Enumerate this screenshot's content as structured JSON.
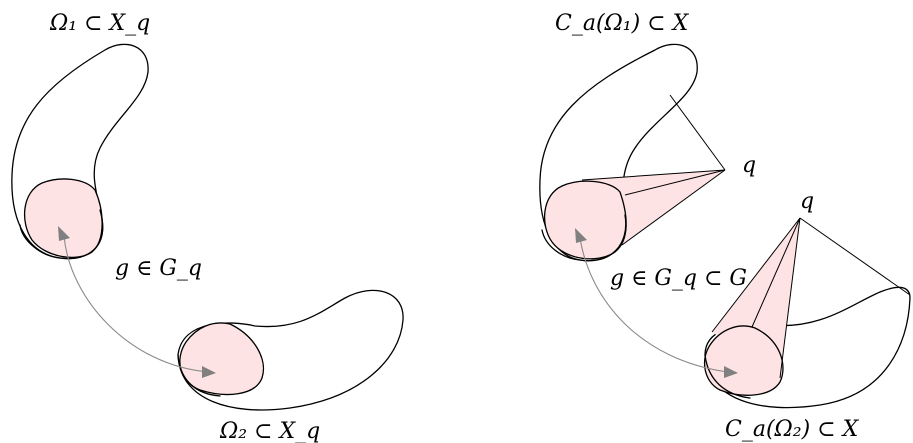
{
  "left_figure": {
    "top_region_label": "Ω₁ ⊂ X_q",
    "map_label": "g ∈ G_q",
    "bottom_region_label": "Ω₂ ⊂ X_q"
  },
  "right_figure": {
    "top_cone_label": "C_a(Ω₁) ⊂ X",
    "apex_top_label": "q",
    "apex_bottom_label": "q",
    "map_label": "g ∈ G_q ⊂ G",
    "bottom_cone_label": "C_a(Ω₂) ⊂ X"
  },
  "colors": {
    "highlight_fill": "#fde3e3",
    "arrow": "#808080",
    "outline": "#000000"
  }
}
